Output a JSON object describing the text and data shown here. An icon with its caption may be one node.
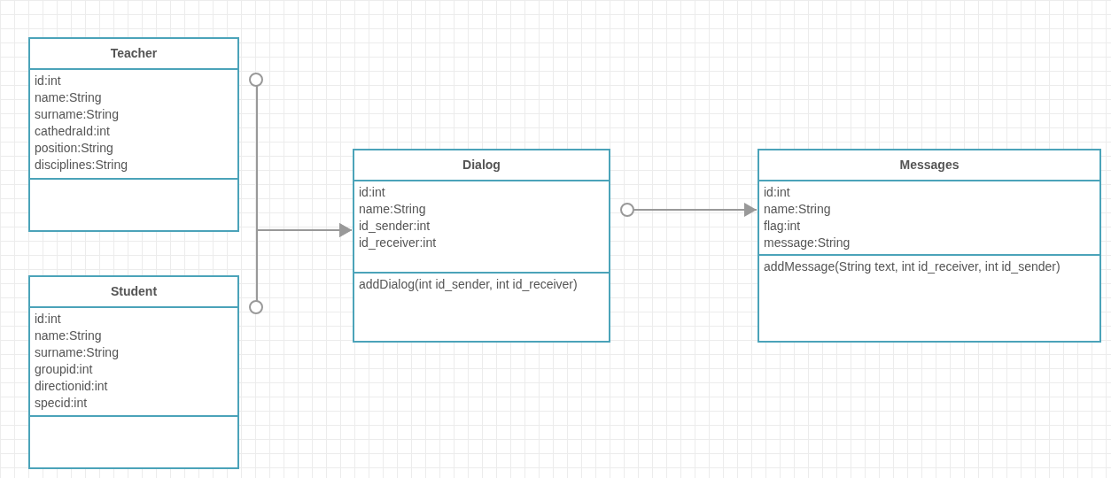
{
  "diagram": {
    "nodes": [
      {
        "text": [
          "Teacher"
        ]
      },
      {
        "text": [
          "id:int",
          "name:String",
          "surname:String",
          "cathedraId:int",
          "position:String",
          "disciplines:String"
        ],
        "in": 0
      },
      {
        "text": [],
        "shape": "box",
        "in": 0
      },
      {
        "text": [
          "Student"
        ]
      },
      {
        "text": [
          "id:int",
          "name:String",
          "surname:String",
          "groupid:int",
          "directionid:int",
          "specid:int"
        ],
        "in": 3
      },
      {
        "text": [],
        "shape": "box",
        "in": 3
      },
      {
        "text": [
          "Dialog"
        ]
      },
      {
        "text": [
          "id:int",
          "name:String",
          "id_sender:int",
          "id_receiver:int"
        ],
        "in": 6
      },
      {
        "text": [
          "addDialog(int id_sender, int id_receiver)"
        ],
        "in": 6
      },
      {
        "text": [
          "Messages"
        ]
      },
      {
        "text": [
          "id:int",
          "name:String",
          "flag:int",
          "message:String"
        ],
        "in": 9
      },
      {
        "text": [
          "addMessage(String text, int id_receiver, int id_sender)"
        ],
        "in": 9
      }
    ],
    "edges": [
      {
        "from": 0,
        "to": 6,
        "arrow": "to"
      },
      {
        "from": 3,
        "to": 6,
        "arrow": "to"
      },
      {
        "from": 6,
        "to": 9,
        "arrow": "to"
      }
    ]
  }
}
